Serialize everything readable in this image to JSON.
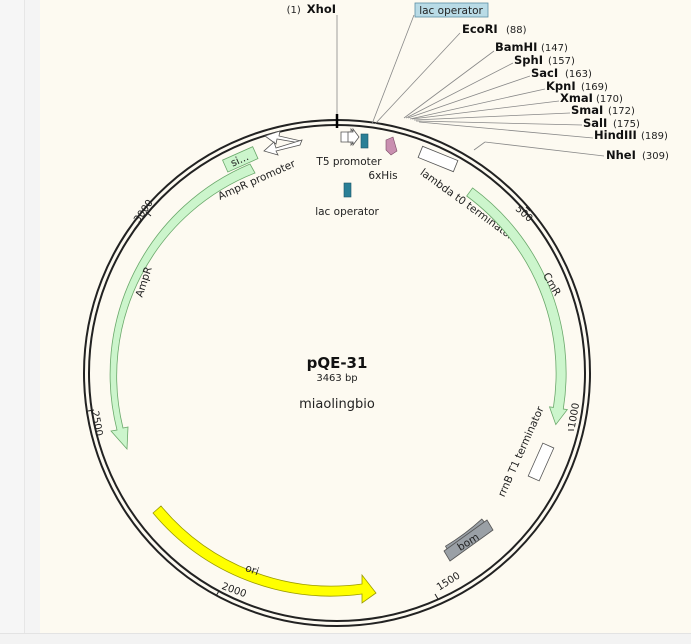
{
  "plasmid": {
    "name": "pQE-31",
    "length_label": "3463 bp",
    "length": 3463,
    "note": "miaolingbio"
  },
  "sites": [
    {
      "name": "XhoI",
      "pos_label": "(1)",
      "pos": 1
    },
    {
      "name": "EcoRI",
      "pos_label": "(88)",
      "pos": 88
    },
    {
      "name": "BamHI",
      "pos_label": "(147)",
      "pos": 147
    },
    {
      "name": "SphI",
      "pos_label": "(157)",
      "pos": 157
    },
    {
      "name": "SacI",
      "pos_label": "(163)",
      "pos": 163
    },
    {
      "name": "KpnI",
      "pos_label": "(169)",
      "pos": 169
    },
    {
      "name": "XmaI",
      "pos_label": "(170)",
      "pos": 170
    },
    {
      "name": "SmaI",
      "pos_label": "(172)",
      "pos": 172
    },
    {
      "name": "SalI",
      "pos_label": "(175)",
      "pos": 175
    },
    {
      "name": "HindIII",
      "pos_label": "(189)",
      "pos": 189
    },
    {
      "name": "NheI",
      "pos_label": "(309)",
      "pos": 309
    }
  ],
  "features": {
    "lac_operator_top": "lac operator",
    "lac_operator_inner": "lac operator",
    "t5_promoter": "T5 promoter",
    "his_tag": "6xHis",
    "lambda_t0": "lambda t0 terminator",
    "cmr": "CmR",
    "rrnb_t1": "rrnB T1 terminator",
    "bom": "bom",
    "ori": "ori",
    "ampr": "AmpR",
    "ampr_promoter": "AmpR promoter",
    "signal": "si..."
  },
  "ticks": [
    "500",
    "1000",
    "1500",
    "2000",
    "2500",
    "3000"
  ],
  "colors": {
    "cmr": "#ccf5cc",
    "ampr": "#ccf5cc",
    "ori": "#ffff00",
    "bom": "#9aa0a6",
    "his": "#c98fb0",
    "lac": "#2a7f96",
    "lac_label_bg": "#b9dbe6"
  }
}
